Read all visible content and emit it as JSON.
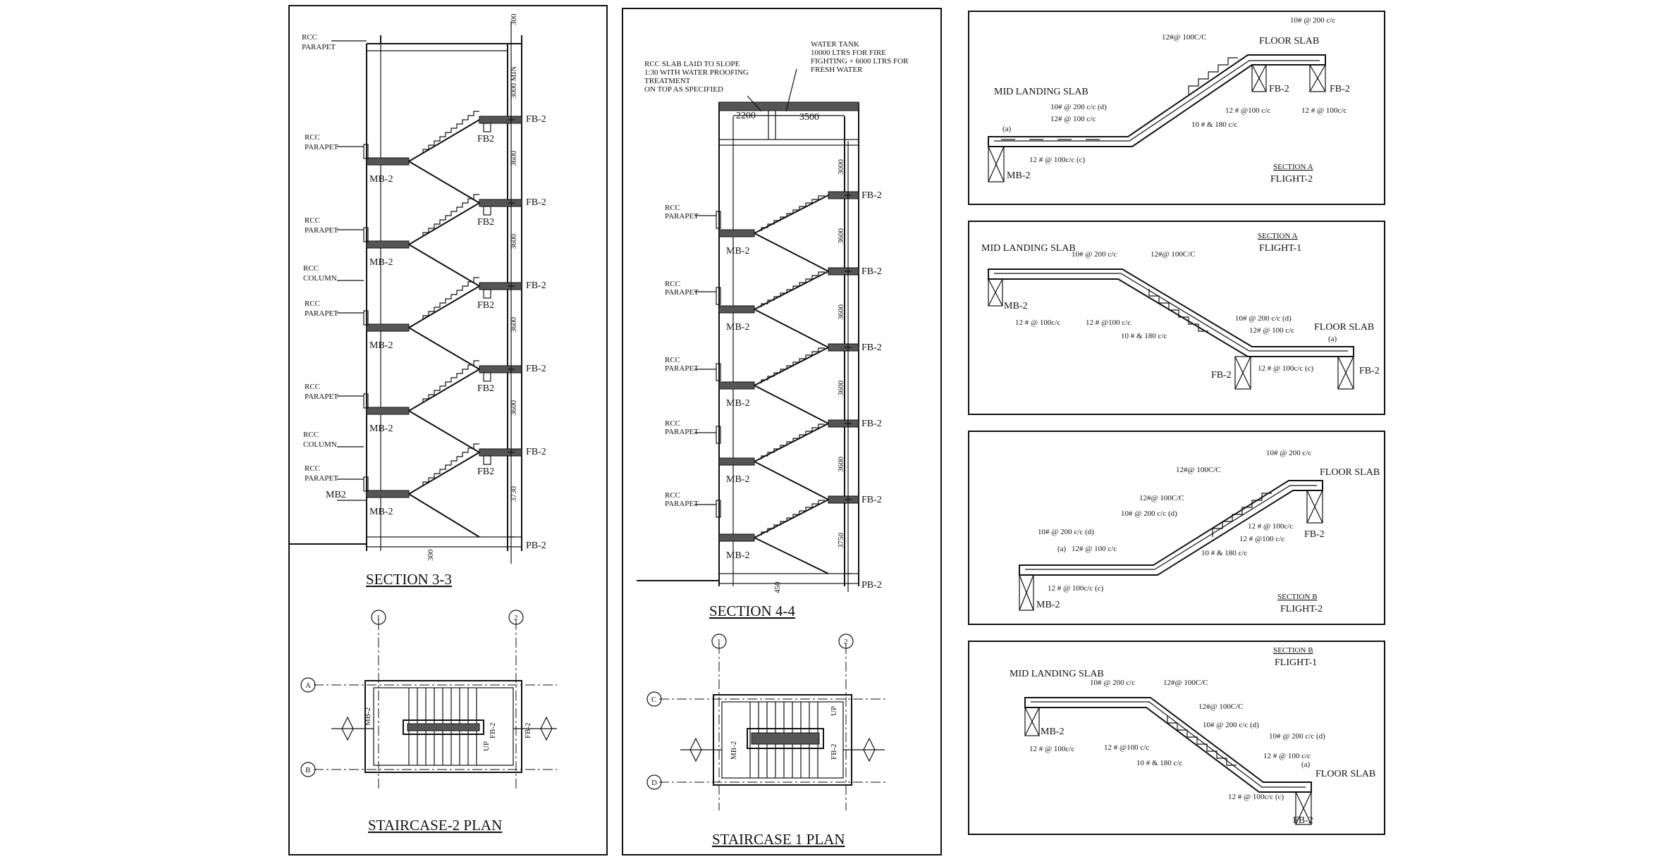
{
  "section33": {
    "title": "SECTION 3-3",
    "labels": [
      "RCC",
      "PARAPET",
      "RCC",
      "PARAPET",
      "RCC",
      "PARAPET",
      "RCC",
      "COLUMN",
      "RCC",
      "PARAPET",
      "RCC",
      "PARAPET",
      "RCC",
      "COLUMN",
      "RCC",
      "PARAPET"
    ],
    "mb2": "MB-2",
    "mb2_alt": "MB2",
    "fb2": "FB2",
    "fb2_right": "FB-2",
    "pb2": "PB-2",
    "dims": [
      "300",
      "3000 MIN",
      "3600",
      "3600",
      "3600",
      "3600",
      "3730",
      "300"
    ]
  },
  "section44": {
    "title": "SECTION 4-4",
    "note_slab": [
      "RCC SLAB LAID TO SLOPE",
      "1:30 WITH WATER PROOFING",
      "TREATMENT",
      "ON TOP AS SPECIFIED"
    ],
    "note_tank": [
      "WATER TANK",
      "10000 LTRS FOR FIRE",
      "FIGHTING + 6000 LTRS FOR",
      "FRESH WATER"
    ],
    "dim_a": "2200",
    "dim_b": "3500",
    "labels": [
      "RCC",
      "PARAPET"
    ],
    "mb2": "MB-2",
    "fb2": "FB-2",
    "pb2": "PB-2",
    "dims": [
      "3000",
      "3600",
      "3600",
      "3600",
      "3600",
      "3750",
      "450"
    ]
  },
  "plan2": {
    "title": "STAIRCASE-2 PLAN",
    "grid_1": "1",
    "grid_2": "2",
    "grid_a": "A",
    "grid_b": "B",
    "mb": "MB-2",
    "fb": "FB-2",
    "up": "UP"
  },
  "plan1": {
    "title": "STAIRCASE 1 PLAN",
    "grid_1": "1",
    "grid_2": "2",
    "grid_c": "C",
    "grid_d": "D",
    "mb": "MB-2",
    "fb": "FB-2",
    "up": "UP"
  },
  "detailA2": {
    "title": "SECTION A",
    "sub": "FLIGHT-2",
    "notes": [
      "10# @ 200 c/c",
      "12#@ 100C/C",
      "FLOOR SLAB",
      "MID LANDING SLAB",
      "10# @ 200 c/c (d)",
      "12# @ 100 c/c",
      "(a)",
      "FB-2",
      "FB-2",
      "12 # @100 c/c",
      "12 # @ 100c/c",
      "10 # & 180 c/c",
      "12 # @ 100c/c (c)",
      "MB-2"
    ]
  },
  "detailA1": {
    "title": "SECTION A",
    "sub": "FLIGHT-1",
    "notes": [
      "MID LANDING SLAB",
      "10# @ 200 c/c",
      "12#@ 100C/C",
      "MB-2",
      "12 # @ 100c/c",
      "12 # @100 c/c",
      "10 # & 180 c/c",
      "10# @ 200 c/c (d)",
      "12# @ 100 c/c",
      "FLOOR SLAB",
      "(a)",
      "FB-2",
      "12 # @ 100c/c (c)",
      "FB-2"
    ]
  },
  "detailB2": {
    "title": "SECTION B",
    "sub": "FLIGHT-2",
    "notes": [
      "10# @ 200 c/c",
      "12#@ 100C/C",
      "FLOOR SLAB",
      "12#@ 100C/C",
      "10# @ 200 c/c (d)",
      "10# @ 200 c/c (d)",
      "(a)",
      "12# @ 100 c/c",
      "12 # @ 100c/c",
      "12 # @100 c/c",
      "FB-2",
      "10 # & 180 c/c",
      "12 # @ 100c/c (c)",
      "MB-2"
    ]
  },
  "detailB1": {
    "title": "SECTION B",
    "sub": "FLIGHT-1",
    "notes": [
      "MID LANDING SLAB",
      "10# @ 200 c/c",
      "12#@ 100C/C",
      "12#@ 100C/C",
      "MB-2",
      "10# @ 200 c/c (d)",
      "12 # @ 100c/c",
      "12 # @100 c/c",
      "10 # & 180 c/c",
      "10# @ 200 c/c (d)",
      "12 # @ 100 c/c",
      "(a)",
      "FLOOR SLAB",
      "12 # @ 100c/c (c)",
      "FB-2"
    ]
  }
}
